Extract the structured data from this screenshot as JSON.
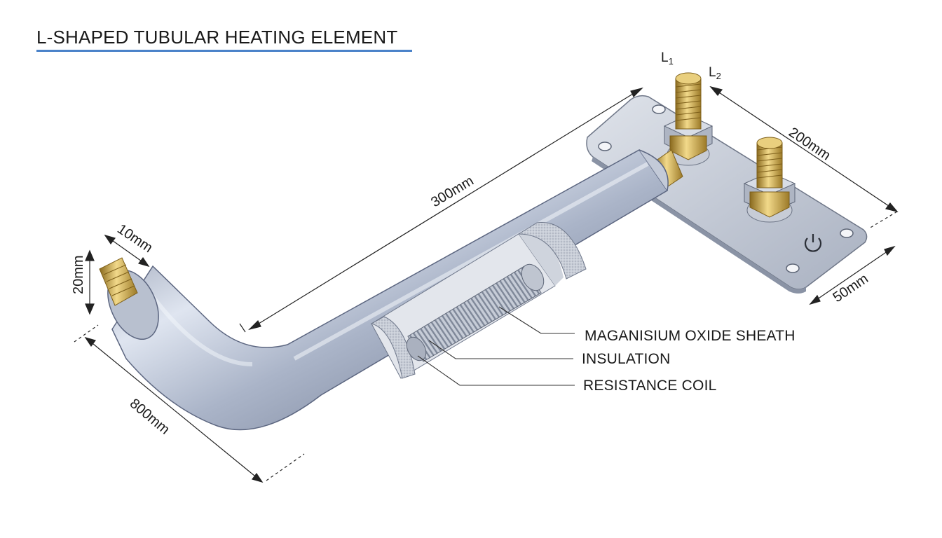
{
  "title": "L-SHAPED TUBULAR HEATING ELEMENT",
  "dimensions": {
    "length_main": "300mm",
    "length_leg": "800mm",
    "tube_diameter": "20mm",
    "terminal_diameter": "10mm",
    "plate_length": "200mm",
    "plate_width": "50mm"
  },
  "callouts": {
    "sheath": "MAGANISIUM OXIDE SHEATH",
    "insulation": "INSULATION",
    "coil": "RESISTANCE COIL"
  },
  "terminals": {
    "l1_letter": "L",
    "l1_sub": "1",
    "l2_letter": "L",
    "l2_sub": "2"
  },
  "icons": {
    "power_symbol": "power-icon"
  },
  "colors": {
    "title_rule": "#4a82c9",
    "tube_steel": "#9aa6bf",
    "brass": "#c9a54a",
    "plate": "#b9c0cf"
  }
}
